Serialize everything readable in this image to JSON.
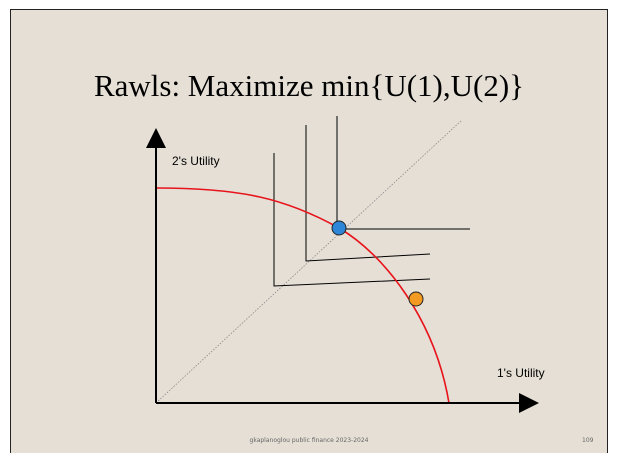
{
  "slide": {
    "title": "Rawls: Maximize min{U(1),U(2)}",
    "footer": "gkaplanoglou public finance 2023-2024",
    "page_number": "109"
  },
  "diagram": {
    "y_axis_label": "2's Utility",
    "x_axis_label": "1's Utility"
  },
  "colors": {
    "background": "#e5dfd6",
    "frontier": "#e8141b",
    "optimum_point": "#2e86d8",
    "other_point": "#f39a22",
    "axis": "#000000",
    "guide_line": "#8a8a8a"
  }
}
